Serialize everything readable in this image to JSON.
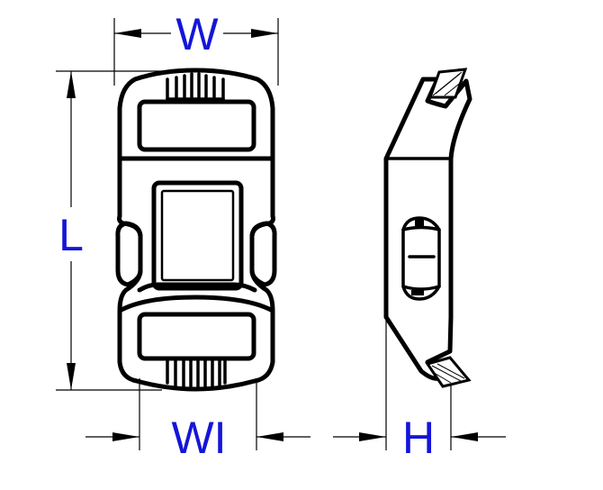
{
  "labels": {
    "width": "W",
    "length": "L",
    "inner_width": "WI",
    "height": "H"
  },
  "colors": {
    "dimension_text": "#1515d8",
    "outline": "#000000",
    "background": "#ffffff"
  }
}
